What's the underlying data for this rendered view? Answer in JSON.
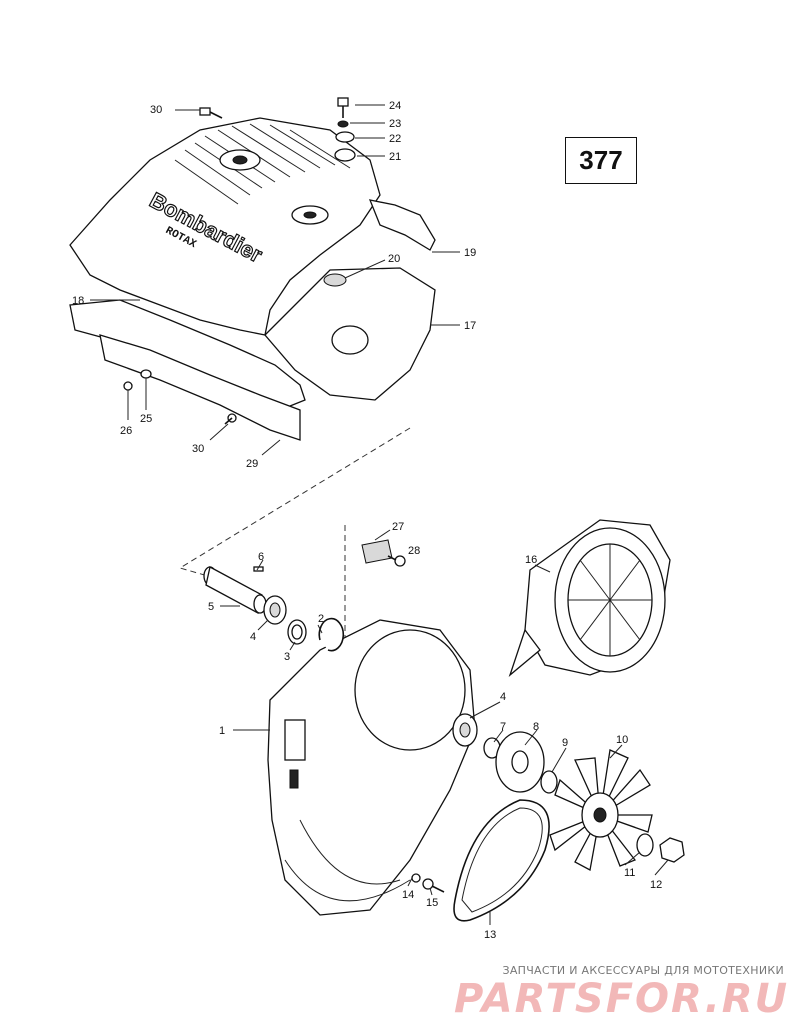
{
  "diagram": {
    "page_number": "377",
    "brand_text": "Bombardier",
    "brand_sub": "ROTAX",
    "callouts": {
      "c1": "1",
      "c2": "2",
      "c3": "3",
      "c4a": "4",
      "c4b": "4",
      "c5": "5",
      "c6": "6",
      "c7": "7",
      "c8": "8",
      "c9": "9",
      "c10": "10",
      "c11": "11",
      "c12": "12",
      "c13": "13",
      "c14": "14",
      "c15": "15",
      "c16": "16",
      "c17": "17",
      "c18": "18",
      "c19": "19",
      "c20": "20",
      "c21": "21",
      "c22": "22",
      "c23": "23",
      "c24": "24",
      "c25": "25",
      "c26": "26",
      "c27": "27",
      "c28": "28",
      "c29": "29",
      "c30a": "30",
      "c30b": "30"
    }
  },
  "watermark": {
    "caption": "ЗАПЧАСТИ И АКСЕССУАРЫ ДЛЯ МОТОТЕХНИКИ",
    "logo": "PARTSFOR.RU"
  }
}
